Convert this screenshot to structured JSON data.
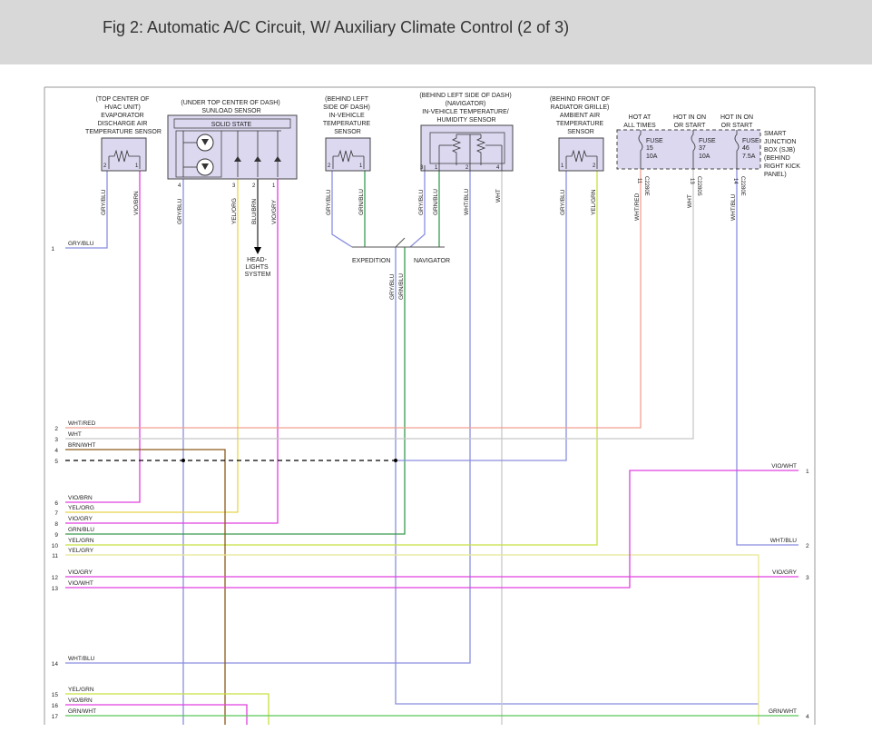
{
  "title": "Fig 2: Automatic A/C Circuit, W/ Auxiliary Climate Control (2 of 3)",
  "components": {
    "evap_sensor": [
      "(TOP CENTER OF",
      "HVAC UNIT)",
      "EVAPORATOR",
      "DISCHARGE AIR",
      "TEMPERATURE SENSOR"
    ],
    "sunload_sensor": [
      "(UNDER TOP CENTER OF DASH)",
      "SUNLOAD SENSOR"
    ],
    "solid_state": "SOLID STATE",
    "invehicle_sensor": [
      "(BEHIND LEFT",
      "SIDE OF DASH)",
      "IN-VEHICLE",
      "TEMPERATURE",
      "SENSOR"
    ],
    "humidity_sensor": [
      "(BEHIND LEFT SIDE OF DASH)",
      "(NAVIGATOR)",
      "IN-VEHICLE TEMPERATURE/",
      "HUMIDITY SENSOR"
    ],
    "ambient_sensor": [
      "(BEHIND FRONT OF",
      "RADIATOR GRILLE)",
      "AMBIENT AIR",
      "TEMPERATURE",
      "SENSOR"
    ],
    "sjb": [
      "SMART",
      "JUNCTION",
      "BOX (SJB)",
      "(BEHIND",
      "RIGHT KICK",
      "PANEL)"
    ],
    "headlights": [
      "HEAD-",
      "LIGHTS",
      "SYSTEM"
    ],
    "hot_labels": [
      [
        "HOT AT",
        "ALL TIMES"
      ],
      [
        "HOT IN ON",
        "OR START"
      ],
      [
        "HOT IN ON",
        "OR START"
      ]
    ],
    "fuses": [
      [
        "FUSE",
        "15",
        "10A"
      ],
      [
        "FUSE",
        "37",
        "10A"
      ],
      [
        "FUSE",
        "46",
        "7.5A"
      ]
    ],
    "option_labels": [
      "EXPEDITION",
      "NAVIGATOR"
    ]
  },
  "pins": {
    "evap": [
      "2",
      "1"
    ],
    "sunload": [
      "4",
      "3",
      "2",
      "1"
    ],
    "invehicle": [
      "2",
      "1"
    ],
    "humidity": [
      "3",
      "1",
      "2",
      "4"
    ],
    "ambient": [
      "1",
      "2"
    ],
    "sjb": [
      "11",
      "13",
      "14"
    ]
  },
  "wire_labels": {
    "top": [
      "GRY/BLU",
      "VIO/BRN",
      "GRY/BLU",
      "YEL/ORG",
      "BLU/BRN",
      "VIO/GRY",
      "GRY/BLU",
      "GRN/BLU",
      "GRY/BLU",
      "GRN/BLU",
      "WHT/BLU",
      "WHT",
      "GRY/BLU",
      "YEL/GRN",
      "WHT/RED",
      "WHT",
      "WHT/BLU"
    ],
    "connectors": [
      "C2280E",
      "C2280S",
      "C2280E"
    ],
    "mid": [
      "GRY/BLU",
      "GRN/BLU"
    ]
  },
  "left_rows": [
    {
      "num": "1",
      "label": "GRY/BLU"
    },
    {
      "num": "2",
      "label": "WHT/RED"
    },
    {
      "num": "3",
      "label": "WHT"
    },
    {
      "num": "4",
      "label": "BRN/WHT"
    },
    {
      "num": "5",
      "label": ""
    },
    {
      "num": "6",
      "label": "VIO/BRN"
    },
    {
      "num": "7",
      "label": "YEL/ORG"
    },
    {
      "num": "8",
      "label": "VIO/GRY"
    },
    {
      "num": "9",
      "label": "GRN/BLU"
    },
    {
      "num": "10",
      "label": "YEL/GRN"
    },
    {
      "num": "11",
      "label": "YEL/GRY"
    },
    {
      "num": "12",
      "label": "VIO/GRY"
    },
    {
      "num": "13",
      "label": "VIO/WHT"
    },
    {
      "num": "14",
      "label": "WHT/BLU"
    },
    {
      "num": "15",
      "label": "YEL/GRN"
    },
    {
      "num": "16",
      "label": "VIO/BRN"
    },
    {
      "num": "17",
      "label": "GRN/WHT"
    }
  ],
  "right_rows": [
    {
      "num": "1",
      "label": "VIO/WHT"
    },
    {
      "num": "2",
      "label": "WHT/BLU"
    },
    {
      "num": "3",
      "label": "VIO/GRY"
    },
    {
      "num": "4",
      "label": "GRN/WHT"
    }
  ],
  "colors": {
    "gry_blu": "#8a8ee0",
    "vio": "#e040e0",
    "yel": "#e8d44a",
    "yel_grn": "#c8e040",
    "grn": "#3a9a50",
    "wht_red": "#f0a090",
    "wht": "#c8c8c8",
    "brn": "#8a5a1a",
    "component_fill": "#dcd8f0"
  }
}
